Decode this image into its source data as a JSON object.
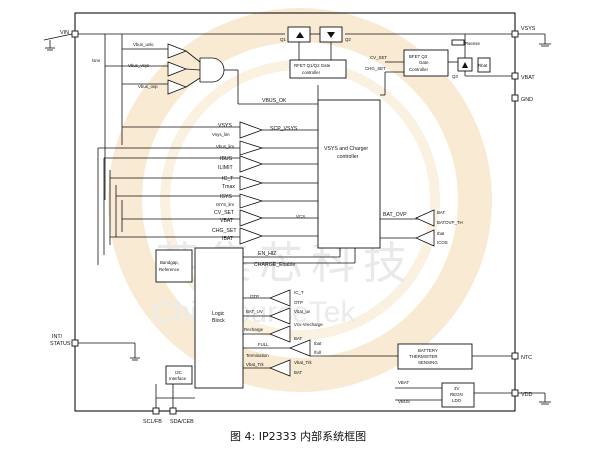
{
  "pins": {
    "vin": "VIN",
    "vsys": "VSYS",
    "vbat": "VBAT",
    "gnd": "GND",
    "ntc": "NTC",
    "vdd": "VDD",
    "int_status": "INT/\nSTATUS",
    "scl": "SCL/FB",
    "sda": "SDA/CEB"
  },
  "labels": {
    "isns": "Isns",
    "q1": "Q1",
    "q2": "Q2",
    "q3": "Q3",
    "rsense": "Rsense",
    "rbat": "Rbat",
    "vbus_uvlo": "Vbus_uvlo",
    "vbus_vsys": "Vbus_vsys",
    "vbus_ovp": "Vbus_ovp",
    "rfet_ctrl": "RFET Q1/Q2 Gate\ncontroller",
    "bfet_ctrl": "BFET Q3\nGate\nController",
    "cv_set_top": "CV_SET",
    "chg_set_top": "CHG_SET",
    "vbus_ok": "VBUS_OK",
    "vsys_in": "VSYS",
    "vsys_vsys_lim": "Vsys_lim",
    "scp_vsys": "SCP_VSYS",
    "vbus_lim": "Vbus_lim",
    "ibus": "IBUS",
    "ilimit": "ILIMIT",
    "ict": "IC_T",
    "tmax": "Tmax",
    "isys": "ISYS",
    "isys_lim": "ISYS_lim",
    "cv_set": "CV_SET",
    "vbat": "VBAT",
    "chg_set": "CHG_SET",
    "ibat": "IBAT",
    "vcs": "VCS",
    "vsys_charger": "VSYS and Charger\ncontroller",
    "bat_ovp": "BAT_OVP",
    "bat": "BAT",
    "batovp_th": "BATOVP_TH",
    "ibat_r": "Ibat",
    "icos": "ICOS",
    "bandgap": "Bandgap,\nReference",
    "en_hiz": "EN_HIZ",
    "charge_enable": "CHARGE_Enable",
    "logic_block": "Logic\nBlock",
    "otp_left": "OTP",
    "ict_r": "IC_T",
    "otp_r": "OTP",
    "bat_uv": "BAT_UV",
    "vbat_uv": "Vbat_uv",
    "vcv_vrecharge": "Vcv-Vrecharge",
    "recharge": "Recharge",
    "bat_r1": "BAT",
    "full": "FULL",
    "ibat_full": "Ibat",
    "ifull": "Ifull",
    "termination": "Termination",
    "vbat_trk": "Vbat_Trk",
    "bat_r2": "BAT",
    "vbat_trk_out": "Vbat_Trk",
    "i2c": "I2C\nInterface",
    "battery_ntc": "BATTERY\nTHERMISTER\nSENSING",
    "vbat_ldo": "VBAT",
    "vbus_ldo": "VBUS",
    "ldo": "3V\nREGN\nLDO"
  },
  "watermark": {
    "chinese": "英集芯科技",
    "english": "ChipSourceTek"
  },
  "caption": "图 4: IP2333 内部系统框图"
}
